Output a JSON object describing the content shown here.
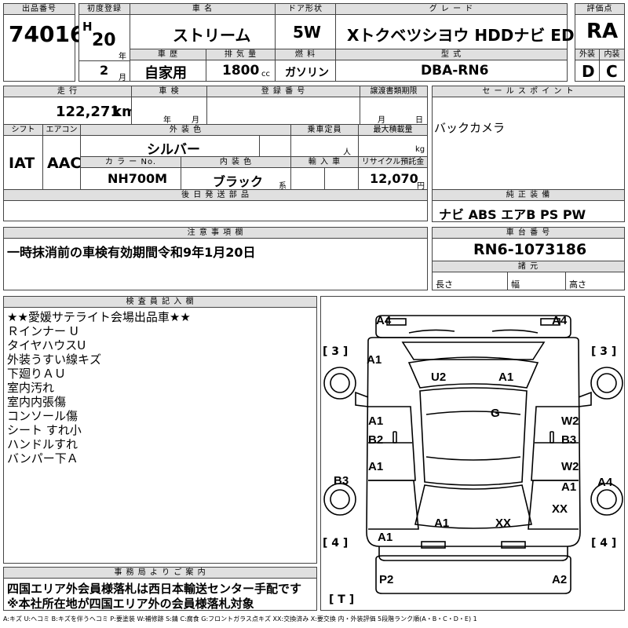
{
  "header": {
    "lot_label": "出品番号",
    "lot": "74016",
    "first_reg_label": "初度登録",
    "era": "H",
    "year": "20",
    "nen": "年",
    "month": "2",
    "gatsu": "月",
    "car_label": "車 名",
    "car_name": "ストリーム",
    "doors_label": "ドア形状",
    "doors": "5W",
    "grade_label": "グ レ ー ド",
    "grade": "Xトクベツシヨウ HDDナビ ED",
    "score_label": "評価点",
    "score": "RA",
    "history_label": "車 歴",
    "history": "自家用",
    "cc_label": "排 気 量",
    "cc": "1800",
    "cc_unit": "cc",
    "fuel_label": "燃 料",
    "fuel": "ガソリン",
    "model_label": "型 式",
    "model": "DBA-RN6",
    "ext_label": "外装",
    "ext": "D",
    "int_label": "内装",
    "int": "C"
  },
  "row2": {
    "mileage_label": "走 行",
    "mileage": "122,271",
    "mileage_unit": "km",
    "inspection_label": "車 検",
    "ins_nen": "年",
    "ins_gatsu": "月",
    "reg_no_label": "登 録 番 号",
    "transfer_label": "譲渡書類期限",
    "tr_gatsu": "月",
    "tr_nichi": "日",
    "sales_label": "セ ー ル ス ポ イ ン ト",
    "sales": "バックカメラ",
    "shift_label": "シフト",
    "shift": "IAT",
    "ac_label": "エアコン",
    "ac": "AAC",
    "color_label": "外 装 色",
    "color": "シルバー",
    "capacity_label": "乗車定員",
    "capacity_unit": "人",
    "load_label": "最大積載量",
    "load_unit": "kg",
    "color_no_label": "カ ラ ー No.",
    "color_no": "NH700M",
    "int_color_label": "内 装 色",
    "int_color": "ブラック",
    "int_color_unit": "系",
    "import_label": "輸 入 車",
    "recycle_label": "リサイクル預託金",
    "recycle": "12,070",
    "recycle_unit": "円",
    "later_label": "後 日 発 送 部 品",
    "equip_label": "純 正 装 備",
    "equip": "ナビ ABS エアB PS PW"
  },
  "notes": {
    "caution_label": "注 意 事 項 欄",
    "caution": "一時抹消前の車検有効期間令和9年1月20日",
    "chassis_label": "車 台 番 号",
    "chassis": "RN6-1073186",
    "dims_label": "諸 元",
    "len": "長さ",
    "wid": "幅",
    "hgt": "高さ"
  },
  "inspector": {
    "label": "検 査 員 記 入 欄",
    "lines": [
      "★★愛媛サテライト会場出品車★★",
      "Ｒインナー U",
      "タイヤハウスU",
      "外装うすい線キズ",
      "下廻りＡＵ",
      "室内汚れ",
      "室内内張傷",
      "コンソール傷",
      "シート すれ小",
      "ハンドルすれ",
      "バンパー下Ａ"
    ]
  },
  "office": {
    "label": "事 務 局 よ り ご 案 内",
    "line1": "四国エリア外会員様落札は西日本輸送センター手配です",
    "line2": "※本社所在地が四国エリア外の会員様落札対象"
  },
  "diagram": {
    "marks": [
      "A4",
      "A4",
      "A1",
      "U2",
      "A1",
      "G",
      "A1",
      "W2",
      "B2",
      "B3",
      "A1",
      "W2",
      "B3",
      "A1",
      "A4",
      "XX",
      "A1",
      "XX",
      "A1",
      "P2",
      "A2"
    ],
    "brackets": [
      "[ 3 ]",
      "[ 3 ]",
      "[ 4 ]",
      "[ 4 ]",
      "[ T ]"
    ]
  },
  "legend": "A:キズ U:ヘコミ B:キズを伴うヘコミ P:要塗装 W:補修跡 S:錆 C:腐食 G:フロントガラス点キズ XX:交換済み X:要交換 内・外装評価 5段階ランク順(A・B・C・D・E) 1"
}
